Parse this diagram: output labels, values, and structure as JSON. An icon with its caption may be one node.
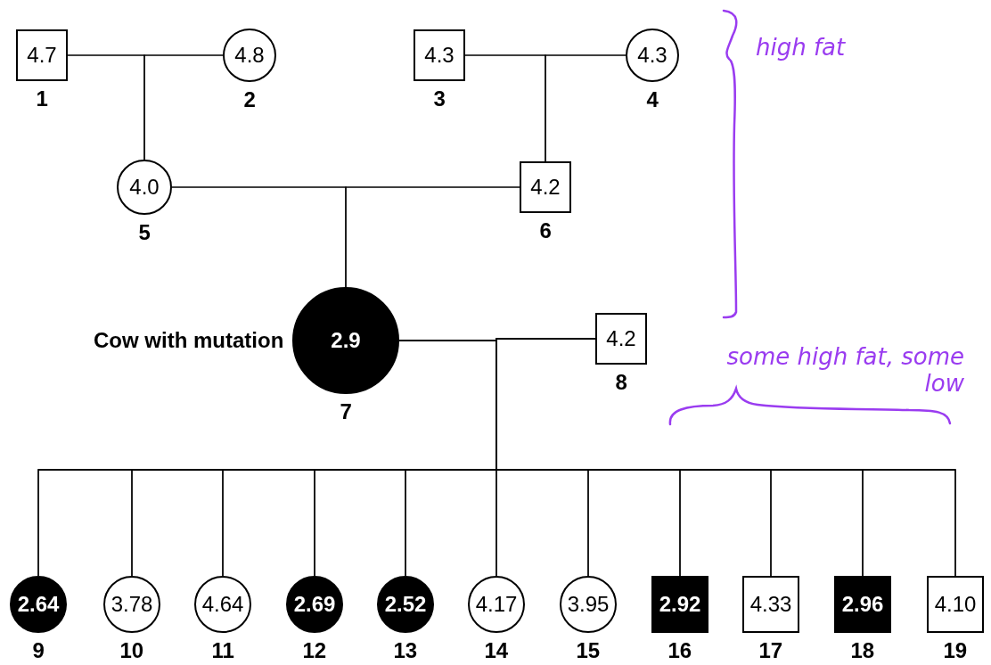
{
  "diagram": {
    "nodes": [
      {
        "text": [
          "4.7"
        ],
        "beside": [
          "1"
        ]
      },
      {
        "text": [
          "4.8"
        ],
        "beside": [
          "2"
        ]
      },
      {
        "text": [
          "4.3"
        ],
        "beside": [
          "3"
        ]
      },
      {
        "text": [
          "4.3"
        ],
        "beside": [
          "4"
        ]
      },
      {
        "text": [
          "4.0"
        ],
        "beside": [
          "5"
        ]
      },
      {
        "text": [
          "4.2"
        ],
        "beside": [
          "6"
        ]
      },
      {
        "text": [
          "2.9"
        ],
        "beside": [
          "Cow with mutation",
          "7"
        ]
      },
      {
        "text": [
          "4.2"
        ],
        "beside": [
          "8"
        ]
      },
      {
        "text": [
          "2.64"
        ],
        "beside": [
          "9"
        ]
      },
      {
        "text": [
          "3.78"
        ],
        "beside": [
          "10"
        ]
      },
      {
        "text": [
          "4.64"
        ],
        "beside": [
          "11"
        ]
      },
      {
        "text": [
          "2.69"
        ],
        "beside": [
          "12"
        ]
      },
      {
        "text": [
          "2.52"
        ],
        "beside": [
          "13"
        ]
      },
      {
        "text": [
          "4.17"
        ],
        "beside": [
          "14"
        ]
      },
      {
        "text": [
          "3.95"
        ],
        "beside": [
          "15"
        ]
      },
      {
        "text": [
          "2.92"
        ],
        "beside": [
          "16"
        ]
      },
      {
        "text": [
          "4.33"
        ],
        "beside": [
          "17"
        ]
      },
      {
        "text": [
          "2.96"
        ],
        "beside": [
          "18"
        ]
      },
      {
        "text": [
          "4.10"
        ],
        "beside": [
          "19"
        ]
      }
    ],
    "edges": [
      {
        "from": 0,
        "to": 4,
        "arrow": "none"
      },
      {
        "from": 1,
        "to": 4,
        "arrow": "none"
      },
      {
        "from": 2,
        "to": 5,
        "arrow": "none"
      },
      {
        "from": 3,
        "to": 5,
        "arrow": "none"
      },
      {
        "from": 4,
        "to": 6,
        "arrow": "none"
      },
      {
        "from": 5,
        "to": 6,
        "arrow": "none"
      },
      {
        "from": 6,
        "to": 8,
        "arrow": "none"
      },
      {
        "from": 7,
        "to": 8,
        "arrow": "none"
      },
      {
        "from": 6,
        "to": 9,
        "arrow": "none"
      },
      {
        "from": 7,
        "to": 9,
        "arrow": "none"
      },
      {
        "from": 6,
        "to": 10,
        "arrow": "none"
      },
      {
        "from": 7,
        "to": 10,
        "arrow": "none"
      },
      {
        "from": 6,
        "to": 11,
        "arrow": "none"
      },
      {
        "from": 7,
        "to": 11,
        "arrow": "none"
      },
      {
        "from": 6,
        "to": 12,
        "arrow": "none"
      },
      {
        "from": 7,
        "to": 12,
        "arrow": "none"
      },
      {
        "from": 6,
        "to": 13,
        "arrow": "none"
      },
      {
        "from": 7,
        "to": 13,
        "arrow": "none"
      },
      {
        "from": 6,
        "to": 14,
        "arrow": "none"
      },
      {
        "from": 7,
        "to": 14,
        "arrow": "none"
      },
      {
        "from": 6,
        "to": 15,
        "arrow": "none"
      },
      {
        "from": 7,
        "to": 15,
        "arrow": "none"
      },
      {
        "from": 6,
        "to": 16,
        "arrow": "none"
      },
      {
        "from": 7,
        "to": 16,
        "arrow": "none"
      },
      {
        "from": 6,
        "to": 17,
        "arrow": "none"
      },
      {
        "from": 7,
        "to": 17,
        "arrow": "none"
      },
      {
        "from": 6,
        "to": 18,
        "arrow": "none"
      },
      {
        "from": 7,
        "to": 18,
        "arrow": "none"
      }
    ],
    "labels": [
      "high fat",
      "some high fat, some low"
    ]
  }
}
